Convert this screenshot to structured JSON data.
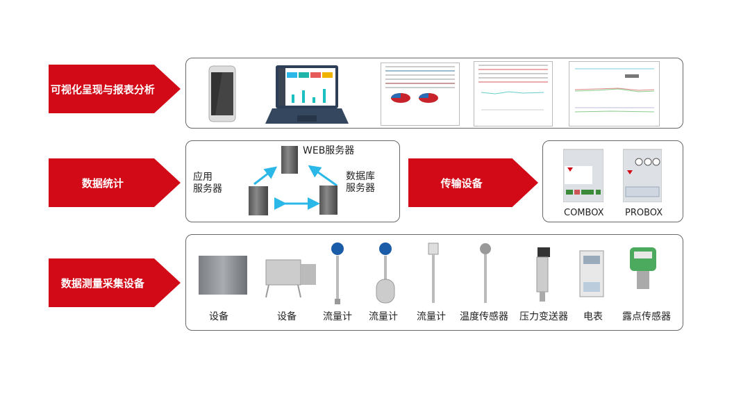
{
  "rows": [
    {
      "label": "可视化呈现与报表分析"
    },
    {
      "label": "数据统计"
    },
    {
      "label": "数据测量采集设备"
    }
  ],
  "transfer": {
    "label": "传输设备",
    "devices": [
      "COMBOX",
      "PROBOX"
    ]
  },
  "servers": {
    "web": "WEB服务器",
    "app": "应用\n服务器",
    "app_l1": "应用",
    "app_l2": "服务器",
    "db_l1": "数据库",
    "db_l2": "服务器"
  },
  "devices": [
    "设备",
    "设备",
    "流量计",
    "流量计",
    "流量计",
    "温度传感器",
    "压力变送器",
    "电表",
    "露点传感器"
  ],
  "colors": {
    "accent": "#d20a17",
    "arrow_blue": "#2bb7e8"
  }
}
